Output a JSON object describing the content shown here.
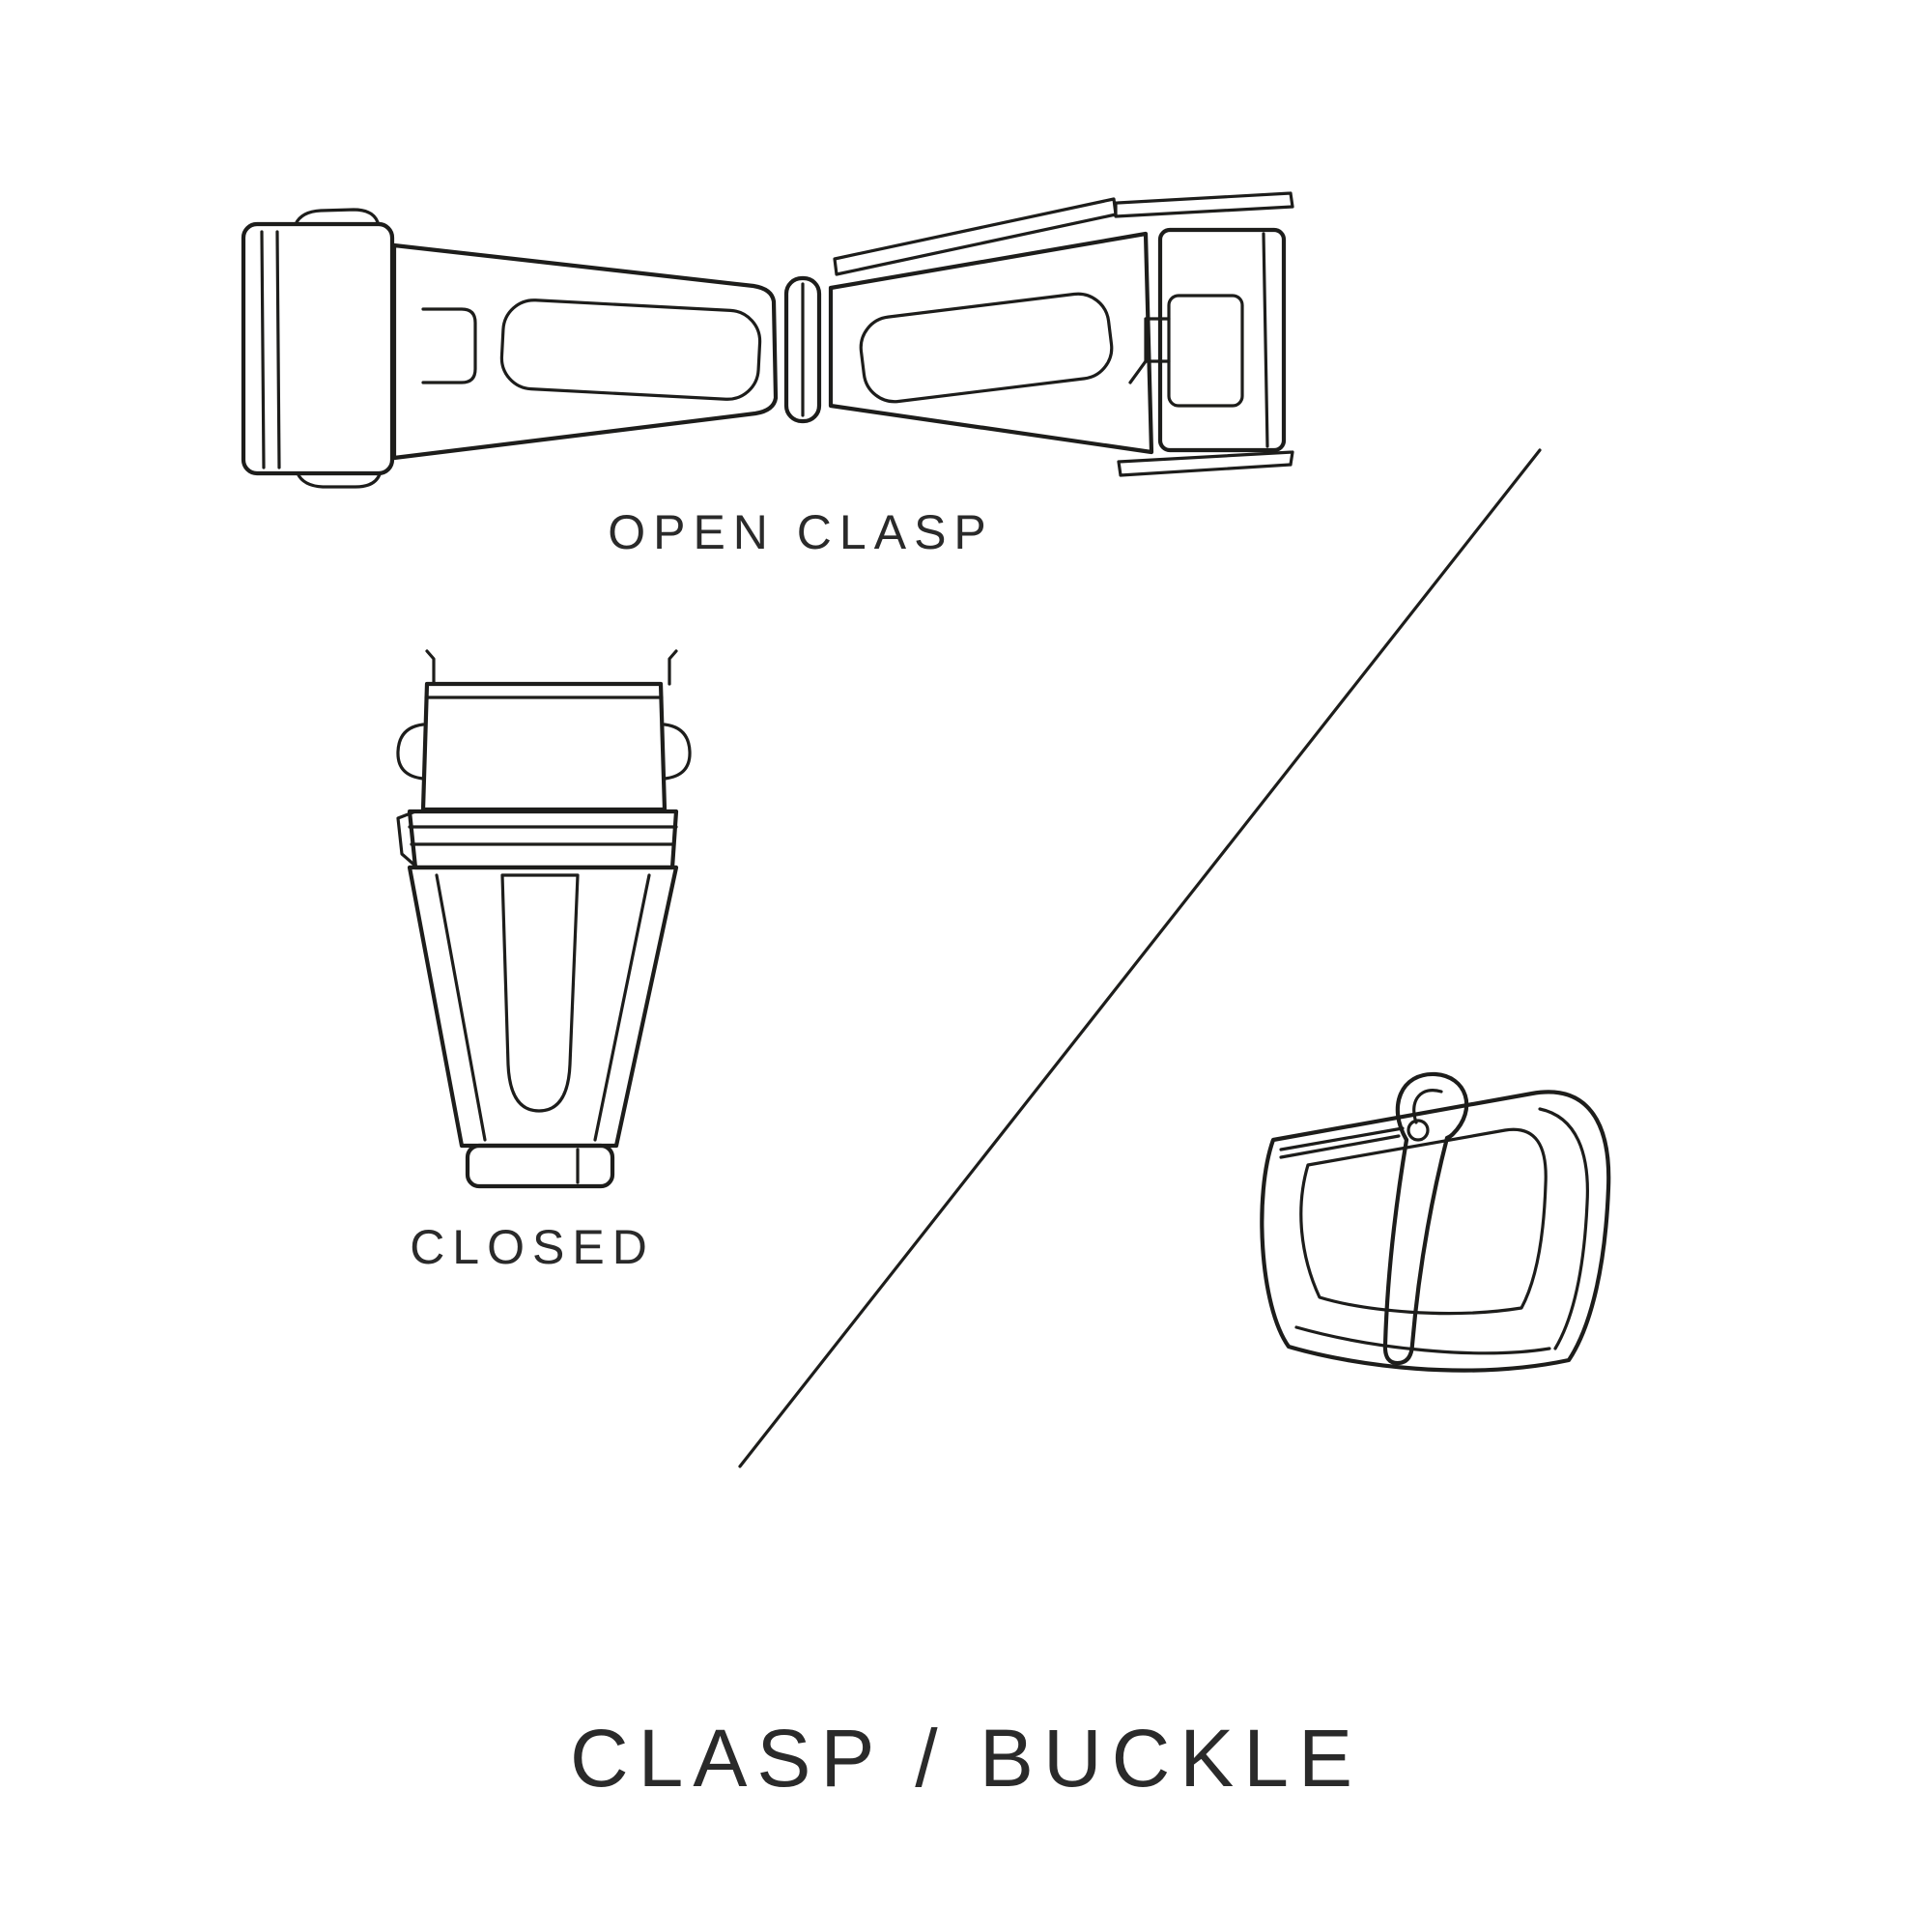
{
  "title": "CLASP / BUCKLE",
  "labels": {
    "open_clasp": "OPEN CLASP",
    "closed": "CLOSED"
  },
  "colors": {
    "line": "#1d1d1b",
    "text": "#2a2a2a",
    "background": "#ffffff"
  }
}
